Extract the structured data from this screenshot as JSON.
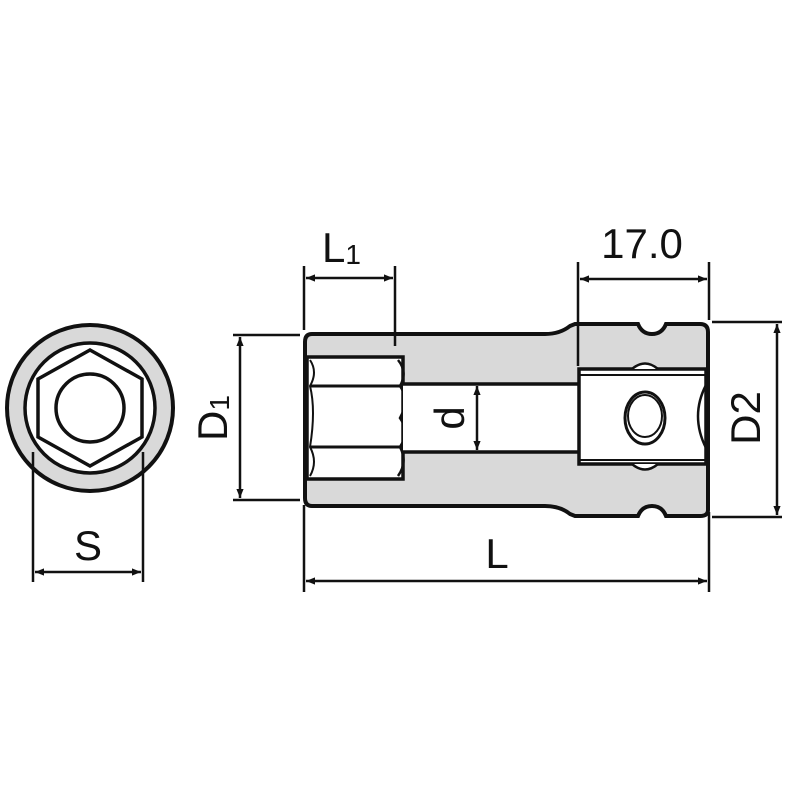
{
  "diagram": {
    "type": "technical-drawing",
    "subject": "socket-side-and-end-view",
    "colors": {
      "line": "#111111",
      "fill": "#d9d9d9",
      "background": "#ffffff"
    },
    "end_view": {
      "dimension_label": "S"
    },
    "side_view": {
      "labels": {
        "L1": "L",
        "L1_sub": "1",
        "D1": "D",
        "D1_sub": "1",
        "d": "d",
        "D2": "D",
        "D2_sub": "2",
        "L": "L",
        "drive_length": "17.0"
      }
    }
  }
}
